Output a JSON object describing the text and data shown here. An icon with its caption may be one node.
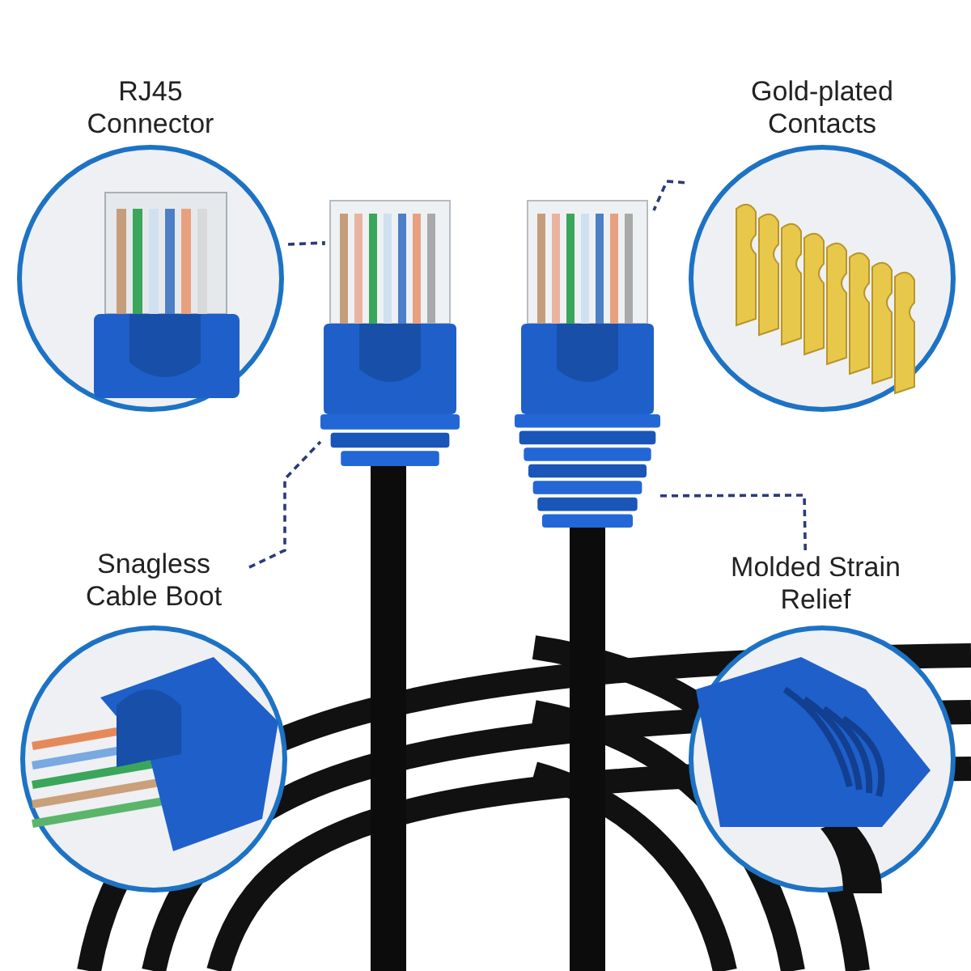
{
  "diagram": {
    "nodes": [
      {
        "text": [
          "RJ45 Connector"
        ]
      },
      {
        "text": [
          "Gold-plated Contacts"
        ]
      },
      {
        "text": [],
        "shape": "picture"
      },
      {
        "text": [],
        "shape": "picture"
      },
      {
        "text": [
          "Snagless Cable Boot"
        ]
      },
      {
        "text": [],
        "shape": "picture"
      },
      {
        "text": [
          "Molded Strain Relief"
        ]
      },
      {
        "text": [],
        "shape": "picture"
      }
    ],
    "edges": [
      {
        "from": 0,
        "to": 2,
        "arrow": "none",
        "style": "dashed"
      },
      {
        "from": 1,
        "to": 3,
        "arrow": "none",
        "style": "dashed"
      },
      {
        "from": 4,
        "to": 5,
        "arrow": "none",
        "style": "dashed"
      },
      {
        "from": 6,
        "to": 7,
        "arrow": "none",
        "style": "dashed"
      }
    ]
  }
}
